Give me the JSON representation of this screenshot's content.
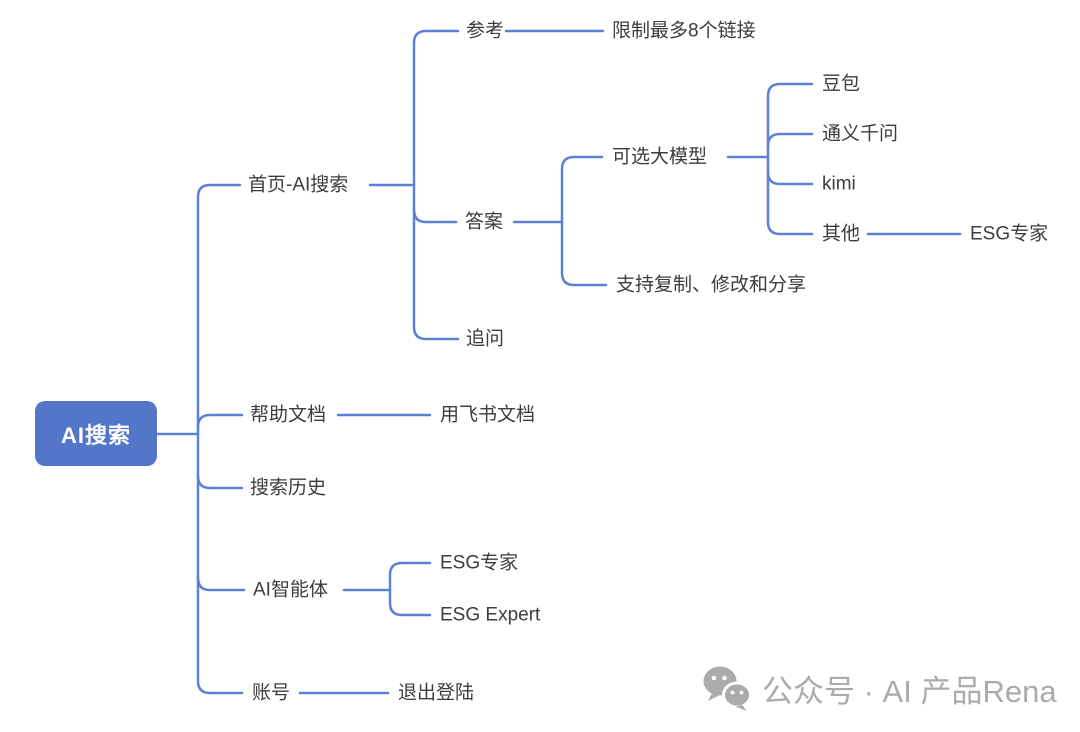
{
  "mindmap": {
    "root": "AI搜索",
    "branches": [
      {
        "label": "首页-AI搜索",
        "children": [
          {
            "label": "参考",
            "children": [
              {
                "label": "限制最多8个链接"
              }
            ]
          },
          {
            "label": "答案",
            "children": [
              {
                "label": "可选大模型",
                "children": [
                  {
                    "label": "豆包"
                  },
                  {
                    "label": "通义千问"
                  },
                  {
                    "label": "kimi"
                  },
                  {
                    "label": "其他",
                    "children": [
                      {
                        "label": "ESG专家"
                      }
                    ]
                  }
                ]
              },
              {
                "label": "支持复制、修改和分享"
              }
            ]
          },
          {
            "label": "追问"
          }
        ]
      },
      {
        "label": "帮助文档",
        "children": [
          {
            "label": "用飞书文档"
          }
        ]
      },
      {
        "label": "搜索历史"
      },
      {
        "label": "AI智能体",
        "children": [
          {
            "label": "ESG专家"
          },
          {
            "label": "ESG Expert"
          }
        ]
      },
      {
        "label": "账号",
        "children": [
          {
            "label": "退出登陆"
          }
        ]
      }
    ]
  },
  "watermark": {
    "icon": "wechat-icon",
    "text": "公众号 · AI 产品Rena"
  },
  "colors": {
    "root_node_fill": "#5376C8",
    "root_node_text": "#FFFFFF",
    "connector_line": "#5C80D4",
    "label_text": "#3D3D3D",
    "watermark_gray": "#ABABAB"
  }
}
